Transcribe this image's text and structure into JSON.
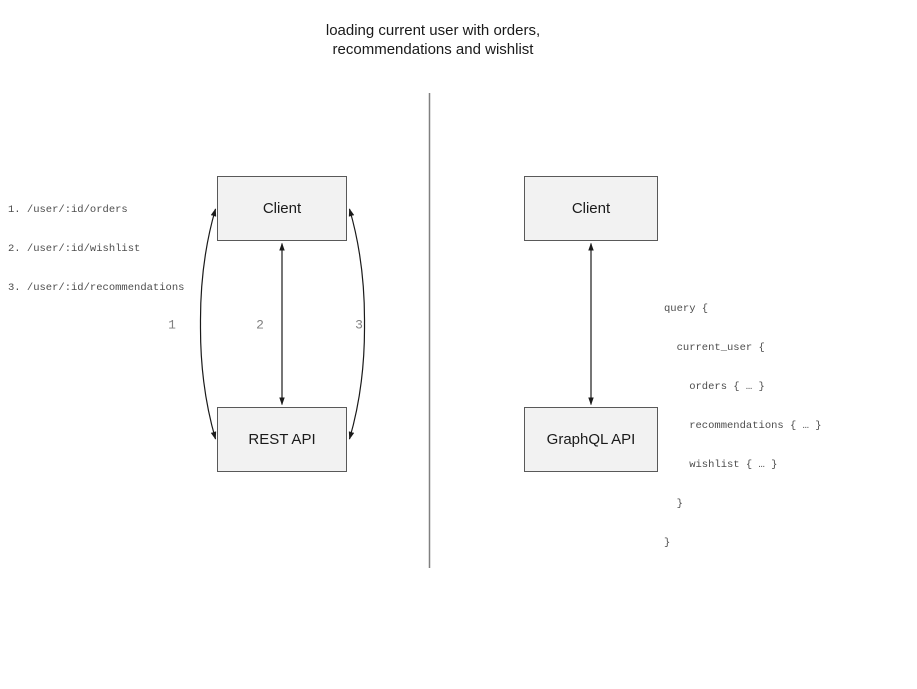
{
  "title": {
    "line1": "loading current user with orders,",
    "line2": "recommendations and wishlist"
  },
  "rest_side": {
    "endpoints": [
      "1. /user/:id/orders",
      "2. /user/:id/wishlist",
      "3. /user/:id/recommendations"
    ],
    "client_box_label": "Client",
    "api_box_label": "REST API",
    "arrow_labels": [
      "1",
      "2",
      "3"
    ]
  },
  "graphql_side": {
    "client_box_label": "Client",
    "api_box_label": "GraphQL API",
    "query_lines": [
      "query {",
      "  current_user {",
      "    orders { … }",
      "    recommendations { … }",
      "    wishlist { … }",
      "  }",
      "}"
    ]
  },
  "colors": {
    "background": "#ffffff",
    "box_fill": "#f2f2f2",
    "box_border": "#595959",
    "arrow": "#1a1a1a",
    "divider": "#808080",
    "code_text": "#4d4d4d",
    "arrow_label_text": "#808080",
    "title_text": "#1a1a1a"
  }
}
